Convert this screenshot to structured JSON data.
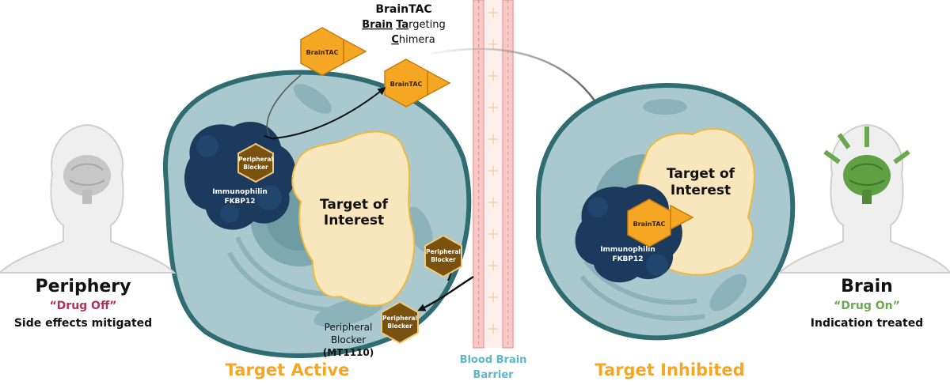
{
  "braintac_header": {
    "line1": "BrainTAC",
    "line2_bold1": "Brain",
    "line2_bold2": "Ta",
    "line2_rest": "rgeting",
    "line3_bold": "C",
    "line3_rest": "himera"
  },
  "molecule_labels": {
    "braintac": "BrainTAC",
    "peripheral_blocker_line1": "Peripheral",
    "peripheral_blocker_line2": "Blocker"
  },
  "left_cell": {
    "immunophilin_line1": "Immunophilin",
    "immunophilin_line2": "FKBP12",
    "target_line1": "Target of",
    "target_line2": "Interest"
  },
  "right_cell": {
    "immunophilin_line1": "Immunophilin",
    "immunophilin_line2": "FKBP12",
    "target_line1": "Target of",
    "target_line2": "Interest"
  },
  "blocker_caption": {
    "line1": "Peripheral",
    "line2": "Blocker",
    "line3": "(MT1110)"
  },
  "barrier": {
    "line1": "Blood Brain",
    "line2": "Barrier"
  },
  "periphery": {
    "title": "Periphery",
    "status": "“Drug Off”",
    "note": "Side effects mitigated"
  },
  "brain": {
    "title": "Brain",
    "status": "“Drug On”",
    "note": "Indication treated"
  },
  "captions": {
    "left": "Target Active",
    "right": "Target Inhibited"
  },
  "colors": {
    "cell_fill": "#a9c9cf",
    "cell_outline": "#2f6d73",
    "immunophilin": "#1c3a5e",
    "target_protein": "#f8e7bd",
    "braintac_orange": "#f5a623",
    "blocker_brown": "#7a5210",
    "caption_orange": "#f5a623",
    "barrier_pink": "#f2b7b7",
    "barrier_text": "#5fb7c9",
    "drug_off": "#b0325a",
    "drug_on": "#6aa84f",
    "brain_green": "#5fa044"
  }
}
